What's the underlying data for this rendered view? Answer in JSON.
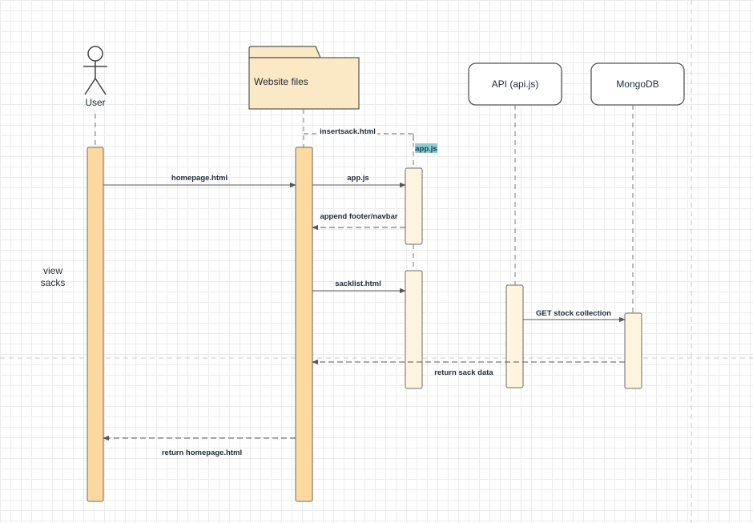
{
  "participants": {
    "user": "User",
    "website_files": "Website files",
    "api": "API  (api.js)",
    "mongodb": "MongoDB"
  },
  "side_note": [
    "view",
    "sacks"
  ],
  "messages": {
    "insertsack": "insertsack.html",
    "appjs_tag": "app.js",
    "homepage": "homepage.html",
    "appjs": "app.js",
    "append_footer": "append  footer/navbar",
    "sacklist": "sacklist.html",
    "get_stock": "GET stock collection",
    "return_sack": "return sack data",
    "return_homepage": "return homepage.html"
  },
  "colors": {
    "activation_orange": "#fdd9a0",
    "activation_cream": "#fff5de",
    "folder_fill": "#fbe8c4",
    "stroke": "#555555",
    "highlight": "#8ecdd1"
  }
}
